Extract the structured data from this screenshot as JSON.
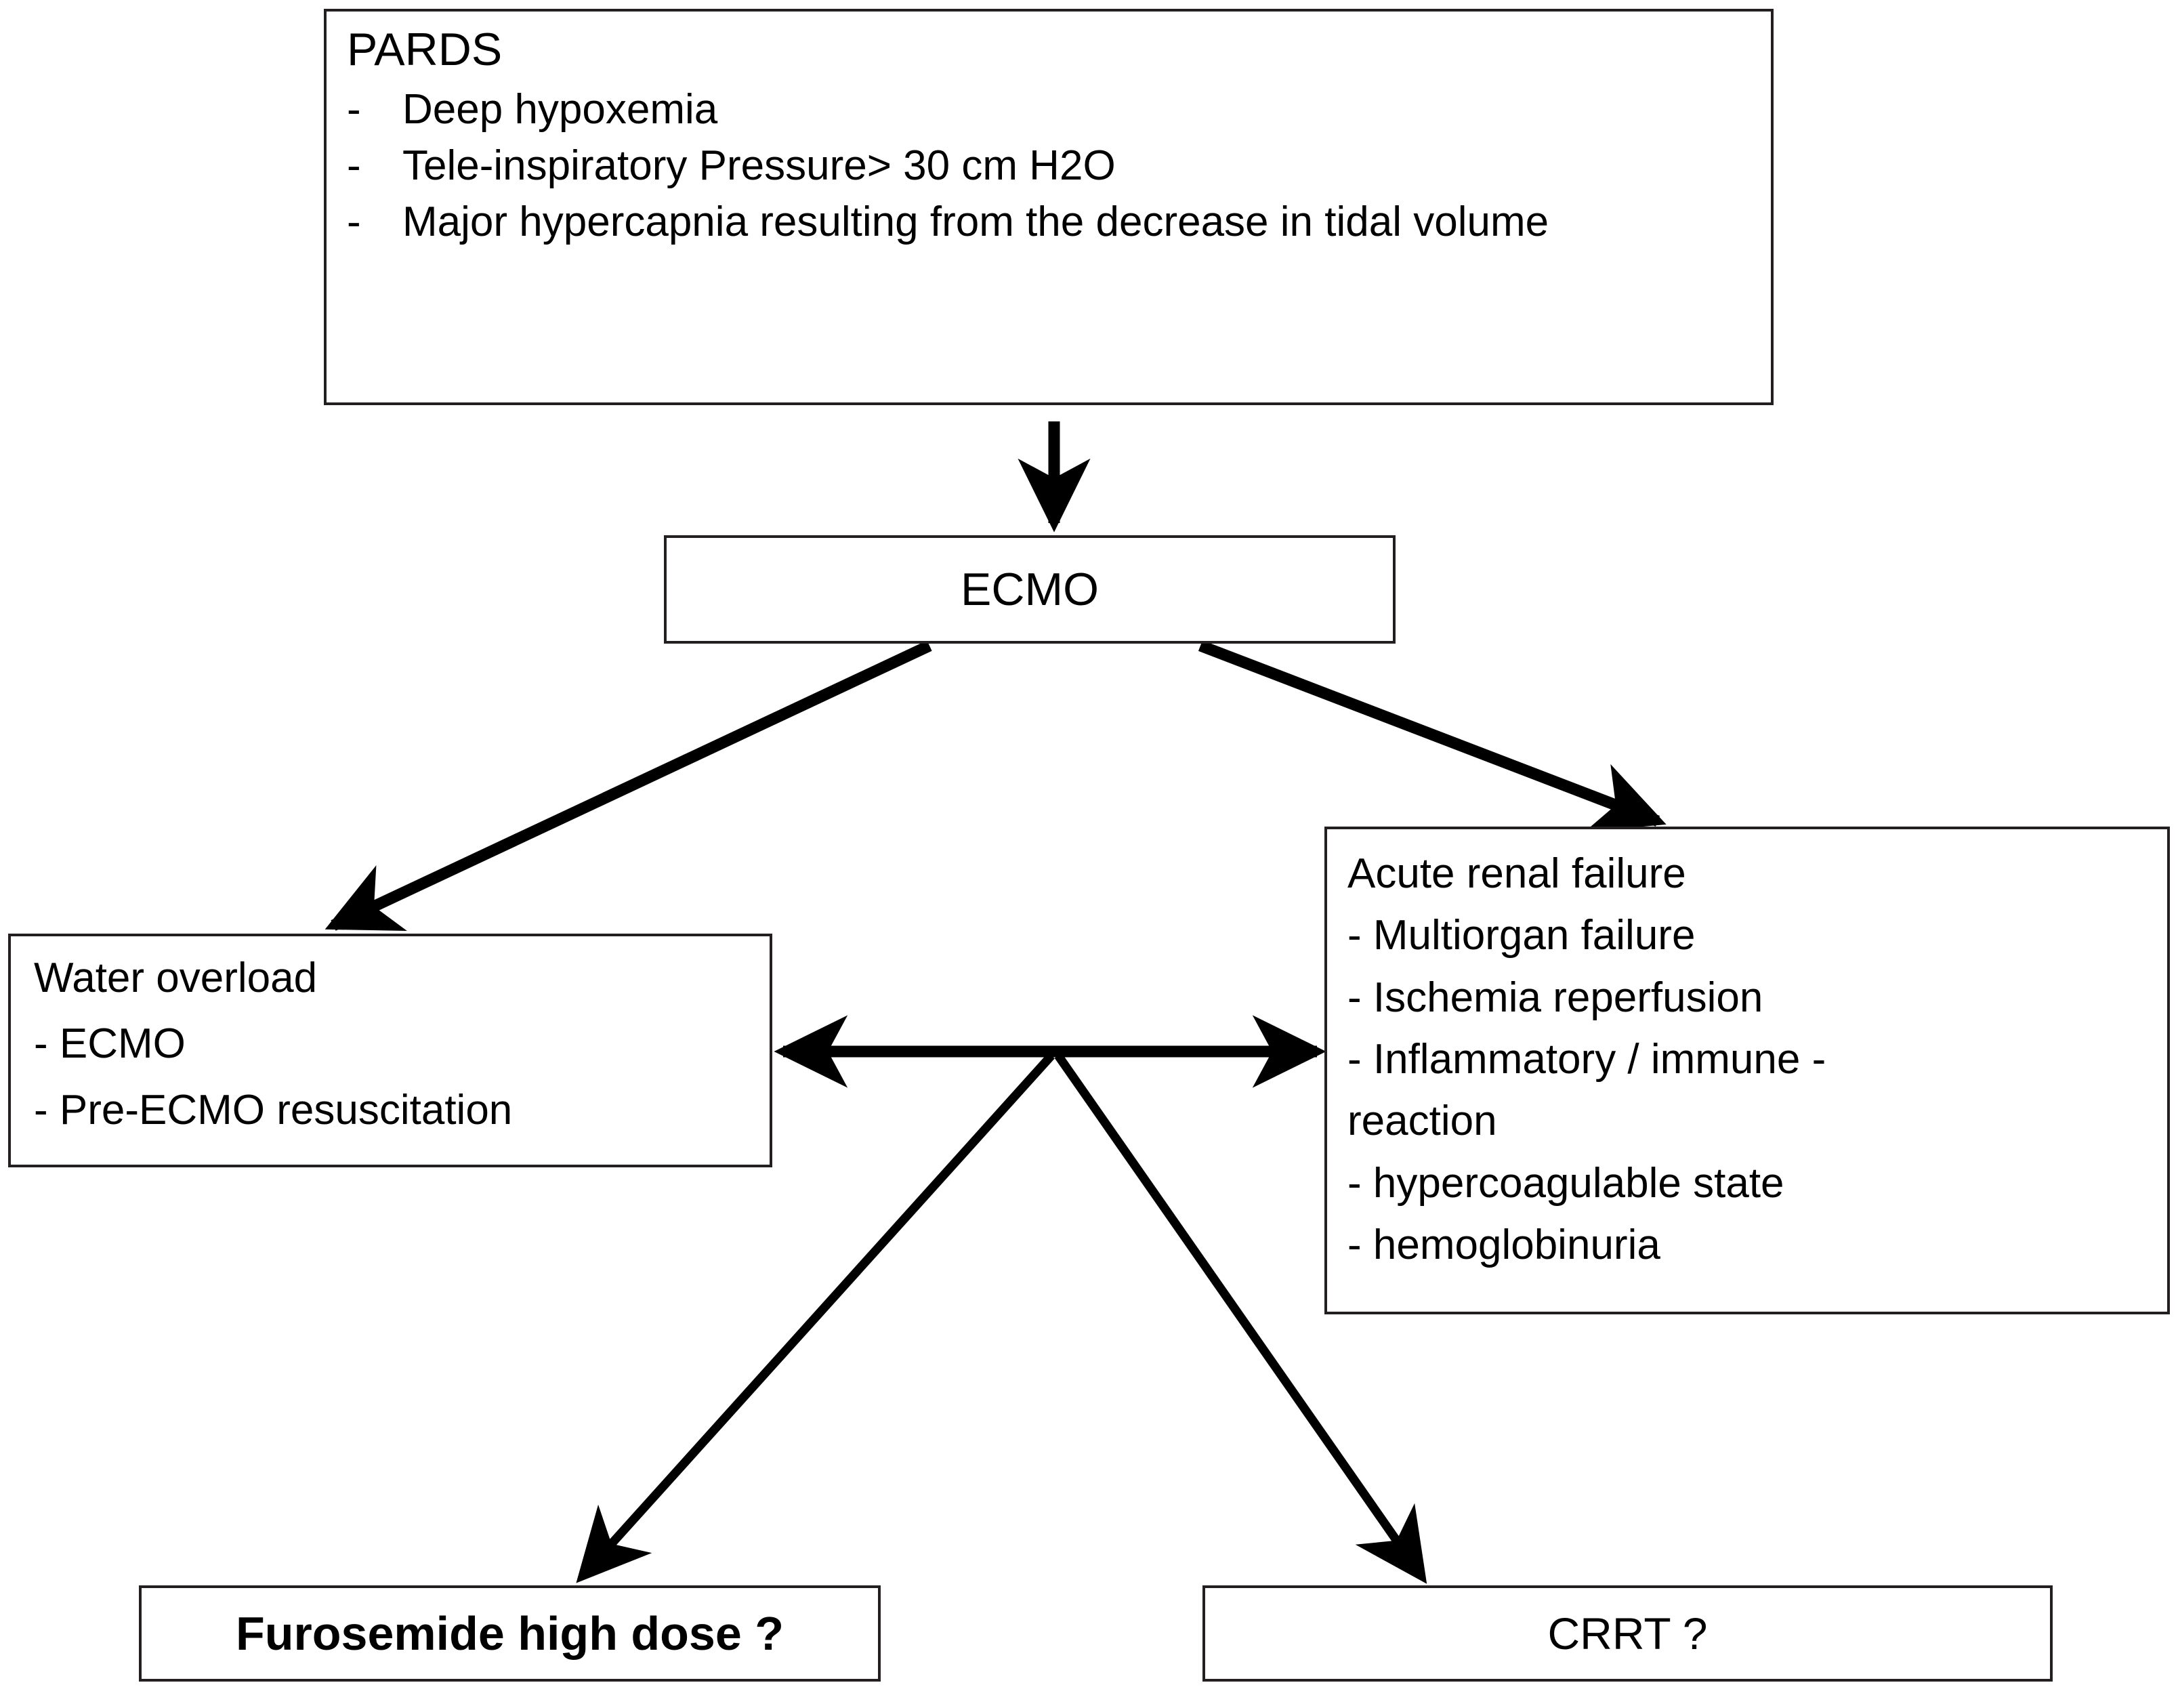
{
  "diagram": {
    "title": "PARDS ECMO complications flowchart",
    "line_color": "#000000",
    "box_border_color": "#231f20",
    "background": "#ffffff"
  },
  "nodes": {
    "pards": {
      "title": "PARDS",
      "bullet_marker": "-",
      "bullets": [
        "Deep hypoxemia",
        "Tele-inspiratory  Pressure> 30 cm H2O",
        "Major hypercapnia resulting from the decrease in tidal volume"
      ]
    },
    "ecmo": {
      "label": "ECMO"
    },
    "water_overload": {
      "lines": [
        "Water overload",
        "- ECMO",
        "- Pre-ECMO resuscitation"
      ]
    },
    "acute_renal_failure": {
      "lines": [
        "Acute renal failure",
        "- Multiorgan failure",
        "- Ischemia reperfusion",
        "- Inflammatory / immune -",
        "reaction",
        "- hypercoagulable state",
        "- hemoglobinuria"
      ]
    },
    "furosemide": {
      "label": "Furosemide high dose ?"
    },
    "crrt": {
      "label": "CRRT ?"
    }
  },
  "edges": [
    {
      "name": "pards-to-ecmo",
      "from": "pards",
      "to": "ecmo",
      "style": "arrow-down"
    },
    {
      "name": "ecmo-to-water-overload",
      "from": "ecmo",
      "to": "water_overload",
      "style": "arrow-diagonal-left"
    },
    {
      "name": "ecmo-to-acute-renal-failure",
      "from": "ecmo",
      "to": "acute_renal_failure",
      "style": "arrow-diagonal-right"
    },
    {
      "name": "water-overload-arf-bidirectional",
      "from": "water_overload",
      "to": "acute_renal_failure",
      "style": "double-arrow-horizontal"
    },
    {
      "name": "junction-to-furosemide",
      "from": "junction",
      "to": "furosemide",
      "style": "arrow-diagonal-left"
    },
    {
      "name": "junction-to-crrt",
      "from": "junction",
      "to": "crrt",
      "style": "arrow-diagonal-right"
    }
  ]
}
